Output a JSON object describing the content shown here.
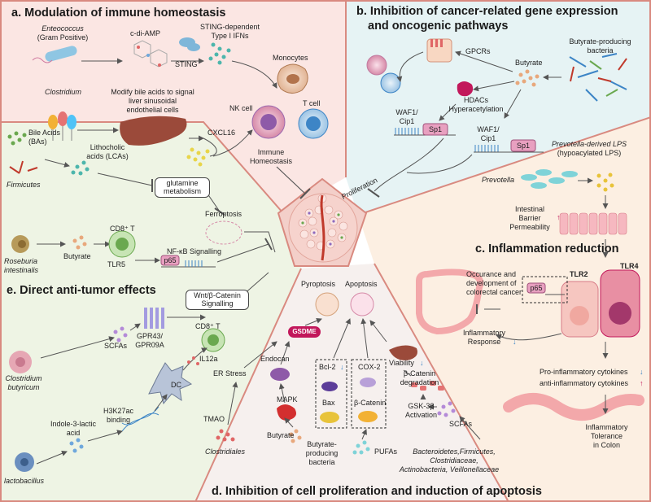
{
  "palette": {
    "a": "#fbe6e3",
    "b": "#e6f3f4",
    "c": "#fcefe2",
    "d": "#f6f0ee",
    "e": "#eef4e4",
    "border": "#d98a80",
    "center": "#f3cfc9"
  },
  "panel_a": {
    "title": "a. Modulation of immune homeostasis",
    "enterococcus": "Enteococcus",
    "gram_positive": "(Gram Positive)",
    "c_di_amp": "c-di-AMP",
    "sting": "STING",
    "sting_ifn_1": "STING-dependent",
    "sting_ifn_2": "Type I IFNs",
    "monocytes": "Monocytes",
    "clostridium": "Clostridium",
    "bile_1": "Modify bile acids to signal",
    "bile_2": "liver sinusoidal",
    "bile_3": "endothelial cells",
    "nk_cell": "NK cell",
    "t_cell": "T cell",
    "cxcl16": "CXCL16",
    "immune_1": "Immune",
    "immune_2": "Homeostasis"
  },
  "panel_b": {
    "title_1": "b. Inhibition of cancer-related gene expression",
    "title_2": "and oncogenic pathways",
    "gpcrs": "GPCRs",
    "butyrate": "Butyrate",
    "producing_1": "Butyrate-producing",
    "producing_2": "bacteria",
    "hdacs": "HDACs",
    "hyperacetylation": "Hyperacetylation",
    "waf1_a": "WAF1/",
    "cip1_a": "Cip1",
    "sp1_a": "Sp1",
    "waf1_b": "WAF1/",
    "cip1_b": "Cip1",
    "sp1_b": "Sp1",
    "proliferation": "Proliferation"
  },
  "panel_c": {
    "title": "c. Inflammation reduction",
    "lps_1": "Prevotella-derived LPS",
    "lps_2": "(hypoacylated LPS)",
    "prevotella": "Prevotella",
    "barrier_1": "Intestinal",
    "barrier_2": "Barrier",
    "barrier_3": "Permeability",
    "occurance_1": "Occurance and",
    "occurance_2": "development of",
    "occurance_3": "colorectal cancer",
    "tlr2": "TLR2",
    "tlr4": "TLR4",
    "p65": "p65",
    "inflam_1": "Inflammatory",
    "inflam_2": "Response",
    "pro": "Pro-inflammatory cytokines",
    "anti": "anti-inflammatory cytokines",
    "tol_1": "Inflammatory",
    "tol_2": "Tolerance",
    "tol_3": "in Colon"
  },
  "panel_d": {
    "title": "d. Inhibition of cell proliferation and induction of apoptosis",
    "pyroptosis": "Pyroptosis",
    "apoptosis": "Apoptosis",
    "gsdme": "GSDME",
    "endocan": "Endocan",
    "mapk": "MAPK",
    "er_stress": "ER Stress",
    "tmao": "TMAO",
    "clostridiales": "Clostridiales",
    "butyrate": "Butyrate",
    "bp_1": "Butyrate-",
    "bp_2": "producing",
    "bp_3": "bacteria",
    "bcl2": "Bcl-2",
    "bax": "Bax",
    "cox2": "COX-2",
    "b_catenin": "β-Catenin",
    "pufas": "PUFAs",
    "viability": "Viability",
    "bcd_1": "β-Catenin",
    "bcd_2": "degradation",
    "gsk_1": "GSK-3β",
    "gsk_2": "Activation",
    "scfas": "SCFAs",
    "bact_1": "Bacteroidetes,Firmicutes,",
    "bact_2": "Clostridiaceae,",
    "bact_3": "Actinobacteria, Veillonellaceae"
  },
  "panel_e": {
    "title": "e. Direct anti-tumor effects",
    "bile_1": "Bile Acids",
    "bile_2": "(BAs)",
    "firmicutes": "Firmicutes",
    "lca_1": "Lithocholic",
    "lca_2": "acids (LCAs)",
    "glutamine_1": "glutamine",
    "glutamine_2": "metabolism",
    "ferroptosis": "Ferroptosis",
    "roseburia_1": "Roseburia",
    "roseburia_2": "intestinalis",
    "butyrate": "Butyrate",
    "cd8_a": "CD8⁺ T",
    "tlr5": "TLR5",
    "nfkb": "NF-κB Signalling",
    "p65": "p65",
    "wnt_1": "Wnt/β-Catenin",
    "wnt_2": "Signalling",
    "cd8_b": "CD8⁺ T",
    "scfas": "SCFAs",
    "gpr_1": "GPR43/",
    "gpr_2": "GPR09A",
    "il12a": "IL12a",
    "dc": "DC",
    "cb_1": "Clostridium",
    "cb_2": "butyricum",
    "h3_1": "H3K27ac",
    "h3_2": "binding",
    "ila_1": "Indole-3-lactic",
    "ila_2": "acid",
    "lactobacillus": "lactobacillus"
  },
  "arrows": {
    "up": "↑",
    "down": "↓"
  }
}
